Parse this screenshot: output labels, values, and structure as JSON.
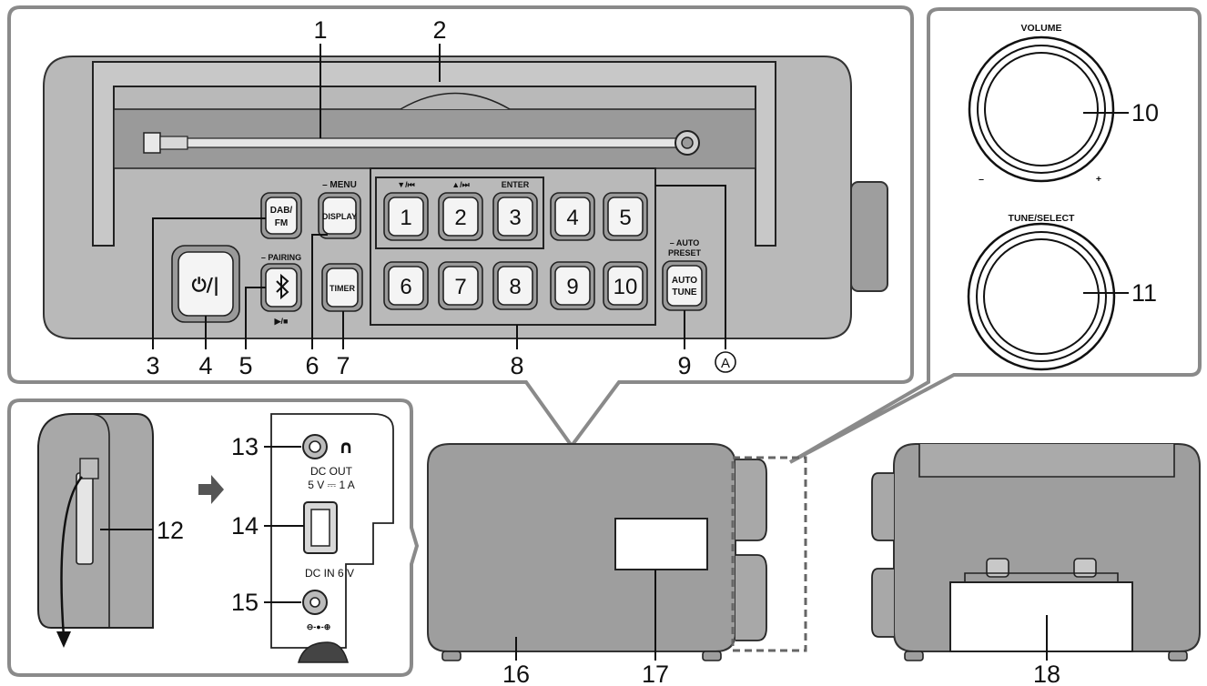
{
  "callouts": {
    "c1": "1",
    "c2": "2",
    "c3": "3",
    "c4": "4",
    "c5": "5",
    "c6": "6",
    "c7": "7",
    "c8": "8",
    "c9": "9",
    "c10": "10",
    "c11": "11",
    "c12": "12",
    "c13": "13",
    "c14": "14",
    "c15": "15",
    "c16": "16",
    "c17": "17",
    "c18": "18",
    "cA": "A"
  },
  "top_panel": {
    "buttons": {
      "dab_fm_line1": "DAB/",
      "dab_fm_line2": "FM",
      "display": "DISPLAY",
      "display_secondary": "– MENU",
      "timer": "TIMER",
      "power": "⏻/|",
      "bluetooth_secondary": "– PAIRING",
      "bluetooth_tertiary": "▶/■",
      "auto_tune_line1": "AUTO",
      "auto_tune_line2": "TUNE",
      "auto_preset_line1": "– AUTO",
      "auto_preset_line2": "PRESET"
    },
    "preset_labels": {
      "down_prev": "▼/⏮",
      "up_next": "▲/⏭",
      "enter": "ENTER"
    },
    "preset_keys": [
      "1",
      "2",
      "3",
      "4",
      "5",
      "6",
      "7",
      "8",
      "9",
      "10"
    ]
  },
  "knobs": {
    "volume_label": "VOLUME",
    "volume_minus": "–",
    "volume_plus": "+",
    "tune_label": "TUNE/SELECT"
  },
  "ports": {
    "headphone_icon": "∩",
    "dc_out_line1": "DC OUT",
    "dc_out_line2": "5 V ⎓ 1 A",
    "dc_in": "DC IN 6 V",
    "polarity": "⊖-●-⊕"
  },
  "icons": {
    "arrow": "right-arrow-icon",
    "bluetooth": "bluetooth-icon",
    "power": "power-icon"
  }
}
